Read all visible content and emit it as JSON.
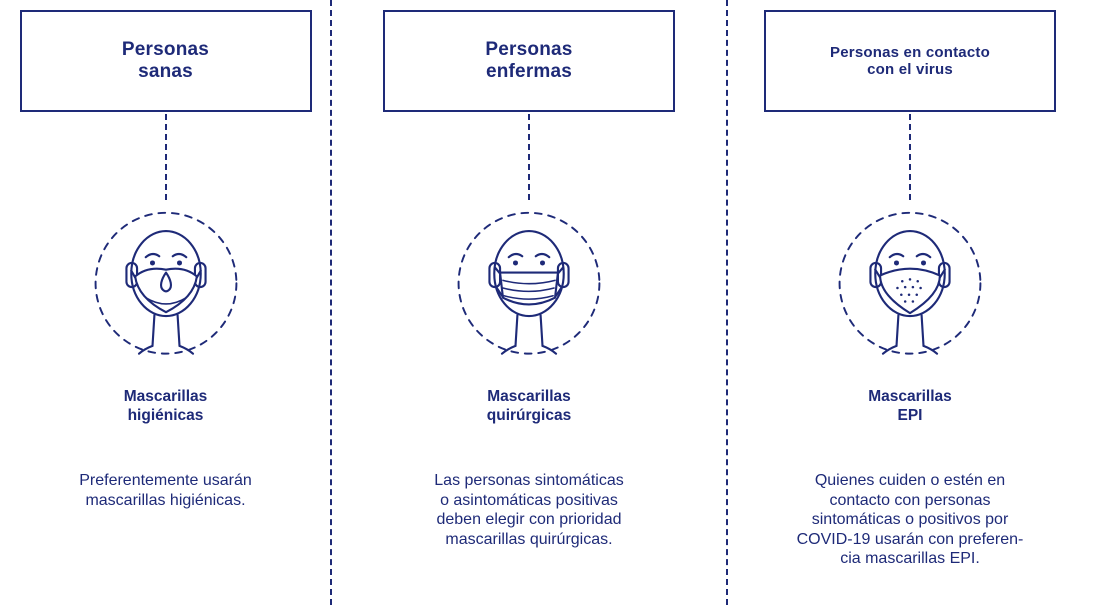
{
  "theme": {
    "accent_color": "#1e2a78",
    "background_color": "#ffffff"
  },
  "columns": [
    {
      "header": "Personas\nsanas",
      "icon": "face-with-hygienic-mask-icon",
      "mask_label": "Mascarillas\nhigiénicas",
      "description": "Preferentemente usarán\nmascarillas higiénicas."
    },
    {
      "header": "Personas\nenfermas",
      "icon": "face-with-surgical-mask-icon",
      "mask_label": "Mascarillas\nquirúrgicas",
      "description": "Las personas sintomáticas\no asintomáticas positivas\ndeben elegir con prioridad\nmascarillas quirúrgicas."
    },
    {
      "header": "Personas en contacto\ncon el virus",
      "icon": "face-with-epi-mask-icon",
      "mask_label": "Mascarillas\nEPI",
      "description": "Quienes cuiden o estén en\ncontacto con personas\nsintomáticas o positivos por\nCOVID-19 usarán con preferen-\ncia mascarillas EPI."
    }
  ]
}
